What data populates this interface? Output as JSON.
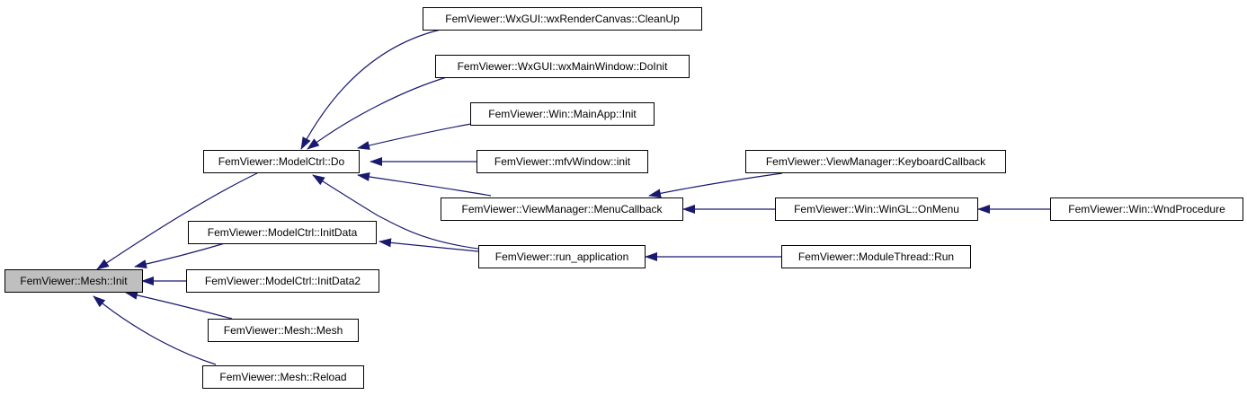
{
  "colors": {
    "edge": "#191970",
    "root_fill": "#bfbfbf",
    "node_fill": "#ffffff",
    "border": "#000000"
  },
  "nodes": {
    "mesh_init": "FemViewer::Mesh::Init",
    "modelctrl_do": "FemViewer::ModelCtrl::Do",
    "modelctrl_initdata": "FemViewer::ModelCtrl::InitData",
    "modelctrl_initdata2": "FemViewer::ModelCtrl::InitData2",
    "mesh_mesh": "FemViewer::Mesh::Mesh",
    "mesh_reload": "FemViewer::Mesh::Reload",
    "wxrendercanvas_cleanup": "FemViewer::WxGUI::wxRenderCanvas::CleanUp",
    "wxmainwindow_doinit": "FemViewer::WxGUI::wxMainWindow::DoInit",
    "mainapp_init": "FemViewer::Win::MainApp::Init",
    "mfvwindow_init": "FemViewer::mfvWindow::init",
    "viewmanager_menucallback": "FemViewer::ViewManager::MenuCallback",
    "run_application": "FemViewer::run_application",
    "viewmanager_keyboardcallback": "FemViewer::ViewManager::KeyboardCallback",
    "wingl_onmenu": "FemViewer::Win::WinGL::OnMenu",
    "modulethread_run": "FemViewer::ModuleThread::Run",
    "win_wndprocedure": "FemViewer::Win::WndProcedure"
  }
}
